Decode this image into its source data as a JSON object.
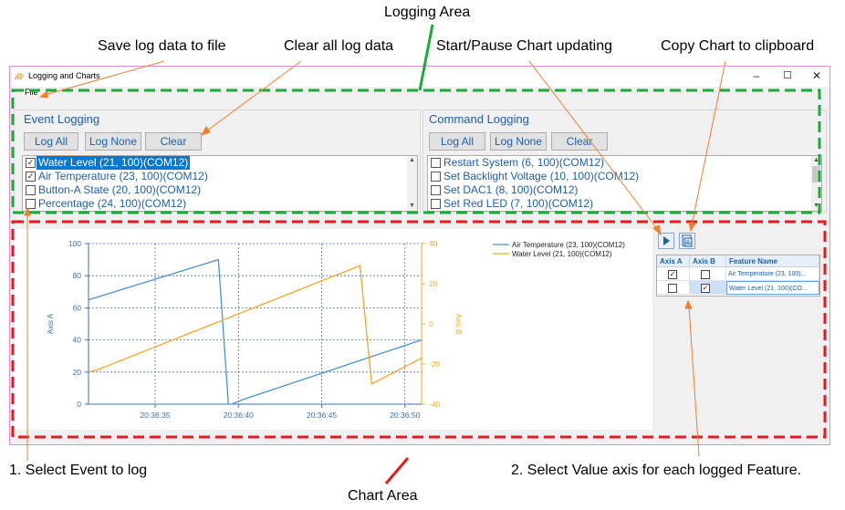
{
  "annotations": {
    "logging_area": "Logging Area",
    "save_log": "Save log data to file",
    "clear_all": "Clear all log data",
    "start_pause": "Start/Pause Chart updating",
    "copy_chart": "Copy Chart to clipboard",
    "select_event": "1. Select Event to log",
    "select_axis": "2. Select Value axis for each logged Feature.",
    "chart_area": "Chart Area"
  },
  "window": {
    "title": "Logging and Charts",
    "controls": [
      "–",
      "☐",
      "✕"
    ],
    "menu": {
      "file": "File"
    }
  },
  "event_logging": {
    "title": "Event Logging",
    "buttons": {
      "log_all": "Log All",
      "log_none": "Log None",
      "clear": "Clear"
    },
    "items": [
      {
        "label": "Water Level (21, 100)(COM12)",
        "checked": true,
        "selected": true
      },
      {
        "label": "Air Temperature (23, 100)(COM12)",
        "checked": true,
        "selected": false
      },
      {
        "label": "Button-A State (20, 100)(COM12)",
        "checked": false,
        "selected": false
      },
      {
        "label": "Percentage (24, 100)(COM12)",
        "checked": false,
        "selected": false
      }
    ]
  },
  "command_logging": {
    "title": "Command Logging",
    "buttons": {
      "log_all": "Log All",
      "log_none": "Log None",
      "clear": "Clear"
    },
    "items": [
      {
        "label": "Restart System (6, 100)(COM12)",
        "checked": false
      },
      {
        "label": "Set Backlight Voltage (10, 100)(COM12)",
        "checked": false
      },
      {
        "label": "Set DAC1 (8, 100)(COM12)",
        "checked": false
      },
      {
        "label": "Set Red LED (7, 100)(COM12)",
        "checked": false
      }
    ]
  },
  "axis_grid": {
    "headers": [
      "Axis A",
      "Axis B",
      "Feature Name"
    ],
    "rows": [
      {
        "axis_a": true,
        "axis_b": false,
        "feature": "Air Temperature (23, 100)..."
      },
      {
        "axis_a": false,
        "axis_b": true,
        "feature": "Water Level (21, 100)(CO..."
      }
    ]
  },
  "icons": {
    "play": "play-icon",
    "copy": "copy-chart-icon",
    "app": "app-logo-icon"
  },
  "colors": {
    "accent": "#1e5fa8",
    "series_a": "#4a90d9",
    "series_b": "#f5a623",
    "logging_frame": "#1aaa3a",
    "chart_frame": "#e8191b",
    "arrow": "#f07f2e",
    "window_border": "#e58ad7"
  },
  "chart_data": {
    "type": "line",
    "ylabel": "Axis A",
    "y2label": "Axis B",
    "x_ticks": [
      "20:36:35",
      "20:36:40",
      "20:36:45",
      "20:36:50"
    ],
    "x_tick_seconds": [
      35,
      40,
      45,
      50
    ],
    "xlim": [
      31,
      51
    ],
    "ylim": [
      0,
      100
    ],
    "y_ticks": [
      0,
      20,
      40,
      60,
      80,
      100
    ],
    "y2lim": [
      -40,
      40
    ],
    "y2_ticks": [
      -40,
      -20,
      0,
      20,
      40
    ],
    "grid": true,
    "legend": "top-right",
    "series": [
      {
        "name": "Air Temperature (23, 100)(COM12)",
        "axis": "A",
        "color": "#4a90d9",
        "x": [
          31.0,
          38.8,
          39.4,
          39.6,
          40.3,
          51.0
        ],
        "y": [
          65,
          90,
          0,
          0,
          3,
          40
        ]
      },
      {
        "name": "Water Level (21, 100)(COM12)",
        "axis": "B",
        "color": "#f5a623",
        "x": [
          31.0,
          31.5,
          47.3,
          48.0,
          51.0
        ],
        "y": [
          -24,
          -23,
          29,
          -30,
          -17
        ]
      }
    ]
  }
}
